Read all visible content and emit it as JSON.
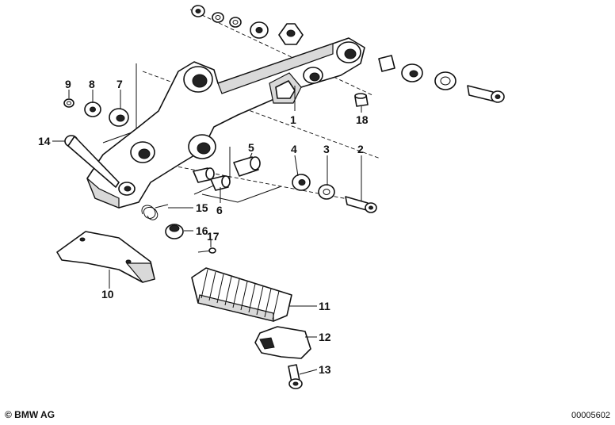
{
  "callouts": [
    "1",
    "2",
    "3",
    "4",
    "5",
    "6",
    "7",
    "8",
    "9",
    "10",
    "11",
    "12",
    "13",
    "14",
    "15",
    "16",
    "17",
    "18"
  ],
  "footer": {
    "copyright": "© BMW AG",
    "doc_number": "00005602"
  }
}
